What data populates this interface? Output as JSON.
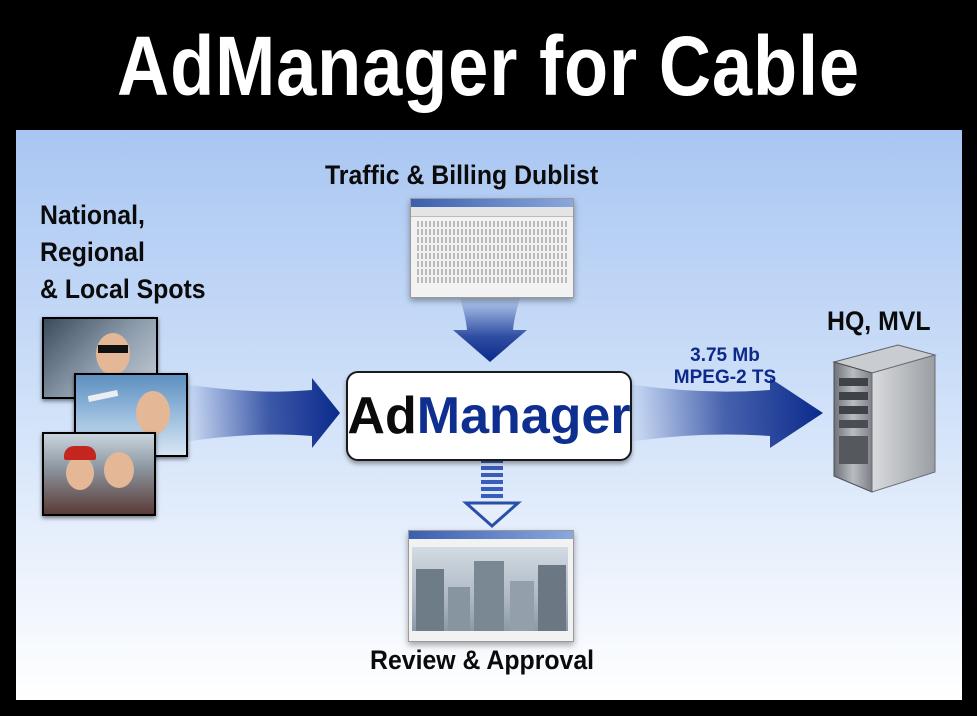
{
  "title": "AdManager for Cable",
  "labels": {
    "traffic": "Traffic & Billing Dublist",
    "national": [
      "National,",
      "Regional",
      "& Local Spots"
    ],
    "hq": "HQ, MVL",
    "review": "Review & Approval",
    "rate_line1": "3.75 Mb",
    "rate_line2": "MPEG-2 TS"
  },
  "center_box": {
    "part1": "Ad",
    "part2": "Manager"
  },
  "colors": {
    "arrow_dark": "#0a2a8c",
    "panel_top": "#a9c6f2",
    "brand_blue": "#0f2f90"
  },
  "icons": [
    "server-icon",
    "video-photo",
    "dublist-screenshot",
    "review-screenshot"
  ]
}
